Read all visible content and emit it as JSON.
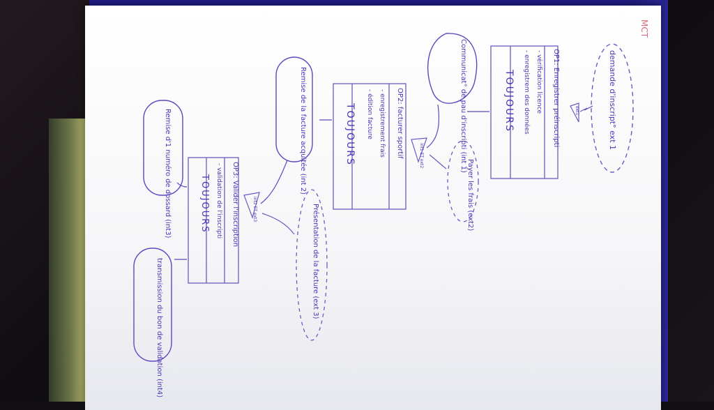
{
  "sheet_title": "MCT",
  "events": [
    {
      "id": "ev1",
      "text": "demande d'inscript° ext 1"
    },
    {
      "id": "ev2",
      "text": "Communicat° de pau d'inscripti (int 1)"
    },
    {
      "id": "ev3",
      "text": "Payer les frais (ext2)"
    },
    {
      "id": "ev4",
      "text": "Remise de la facture acquitée (int 2)"
    },
    {
      "id": "ev5",
      "text": "Présentation de la facture (ext 3)"
    },
    {
      "id": "ev6",
      "text": "Remise d'1 numéro de dossard (int3)"
    },
    {
      "id": "ev7",
      "text": "transmission du bon de validation (int4)"
    }
  ],
  "operations": [
    {
      "id": "op1",
      "title": "OP1: Enregistrer préinscripti",
      "actions": [
        "- vérification licence",
        "- enregistrem des données"
      ],
      "rule": "TOUJOURS"
    },
    {
      "id": "op2",
      "title": "OP2: facturer sportif",
      "actions": [
        "- enregistrement frais",
        "- édition facture"
      ],
      "rule": "TOUJOURS"
    },
    {
      "id": "op3",
      "title": "OP3: Valider l'inscription",
      "actions": [
        "- validation de l'inscripti"
      ],
      "rule": "TOUJOURS"
    }
  ],
  "sync": [
    {
      "id": "s1",
      "text": "ext1"
    },
    {
      "id": "s2",
      "text": "int1 ET ext2"
    },
    {
      "id": "s3",
      "text": "int2 ET ext3"
    }
  ]
}
